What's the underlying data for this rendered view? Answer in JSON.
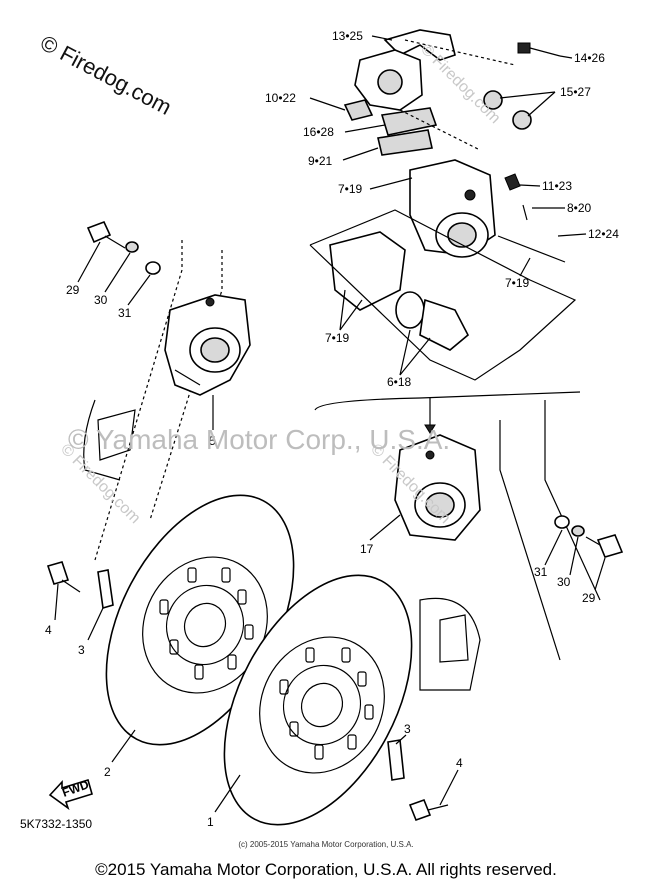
{
  "watermarks": {
    "brand": "© Firedog.com",
    "center": "© Yamaha Motor Corp., U.S.A.",
    "diagonal": "© Firedog.com"
  },
  "callouts": [
    {
      "id": "c-13-25",
      "text": "13•25"
    },
    {
      "id": "c-14-26",
      "text": "14•26"
    },
    {
      "id": "c-15-27",
      "text": "15•27"
    },
    {
      "id": "c-10-22",
      "text": "10•22"
    },
    {
      "id": "c-16-28",
      "text": "16•28"
    },
    {
      "id": "c-9-21",
      "text": "9•21"
    },
    {
      "id": "c-7-19a",
      "text": "7•19"
    },
    {
      "id": "c-11-23",
      "text": "11•23"
    },
    {
      "id": "c-8-20",
      "text": "8•20"
    },
    {
      "id": "c-12-24",
      "text": "12•24"
    },
    {
      "id": "c-7-19b",
      "text": "7•19"
    },
    {
      "id": "c-7-19c",
      "text": "7•19"
    },
    {
      "id": "c-6-18",
      "text": "6•18"
    },
    {
      "id": "c-29a",
      "text": "29"
    },
    {
      "id": "c-30a",
      "text": "30"
    },
    {
      "id": "c-31a",
      "text": "31"
    },
    {
      "id": "c-5",
      "text": "5"
    },
    {
      "id": "c-17",
      "text": "17"
    },
    {
      "id": "c-31b",
      "text": "31"
    },
    {
      "id": "c-30b",
      "text": "30"
    },
    {
      "id": "c-29b",
      "text": "29"
    },
    {
      "id": "c-4a",
      "text": "4"
    },
    {
      "id": "c-3a",
      "text": "3"
    },
    {
      "id": "c-2",
      "text": "2"
    },
    {
      "id": "c-1",
      "text": "1"
    },
    {
      "id": "c-3b",
      "text": "3"
    },
    {
      "id": "c-4b",
      "text": "4"
    }
  ],
  "fwd_label": "FWD",
  "part_code": "5K7332-1350",
  "small_copyright": "(c) 2005-2015 Yamaha Motor Corporation, U.S.A.",
  "footer_copyright": "©2015 Yamaha Motor Corporation, U.S.A. All rights reserved."
}
